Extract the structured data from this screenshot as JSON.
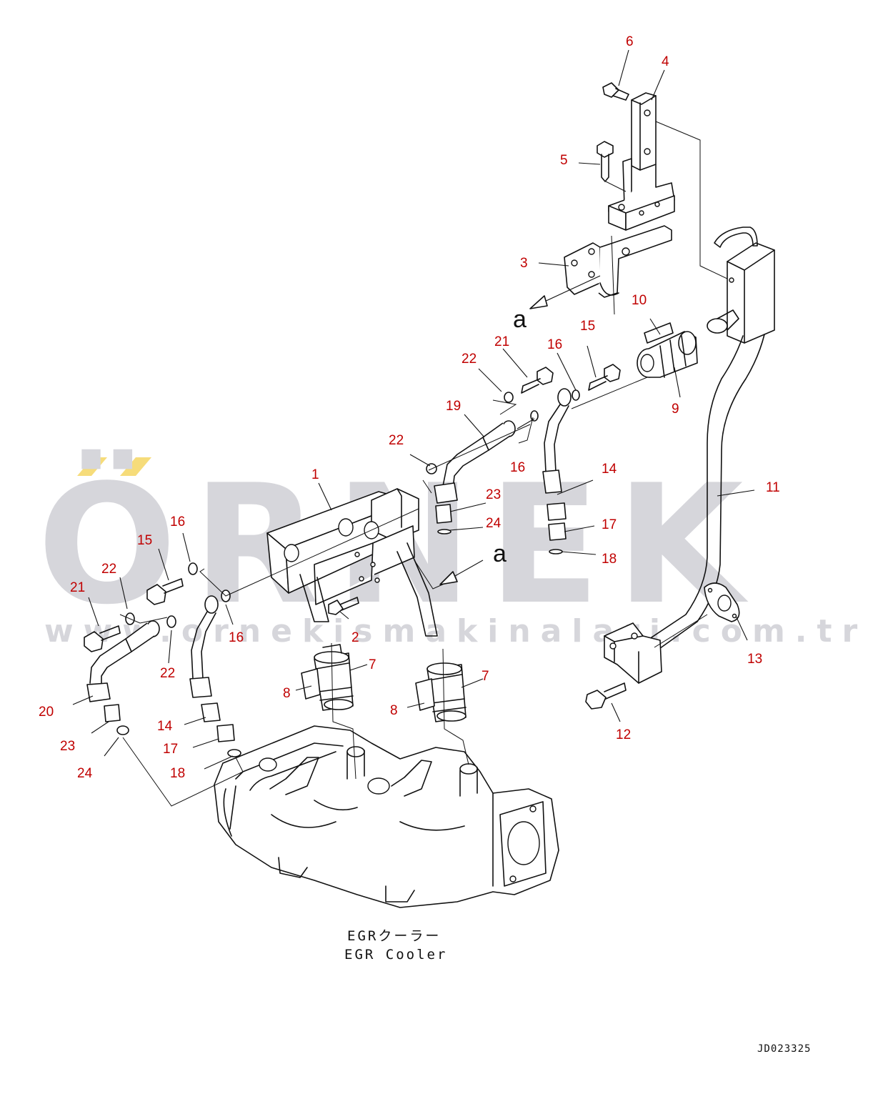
{
  "watermark": {
    "brand": "ÖRNEK",
    "url": "www.ornekismakinalari.com.tr",
    "accent_color": "#f6dc7a",
    "text_color": "#d6d6db"
  },
  "callouts": {
    "c1": "1",
    "c2": "2",
    "c3": "3",
    "c4": "4",
    "c5": "5",
    "c6": "6",
    "c7a": "7",
    "c7b": "7",
    "c8a": "8",
    "c8b": "8",
    "c9": "9",
    "c10": "10",
    "c11": "11",
    "c12": "12",
    "c13": "13",
    "c14a": "14",
    "c14b": "14",
    "c15a": "15",
    "c15b": "15",
    "c16a": "16",
    "c16b": "16",
    "c16c": "16",
    "c16d": "16",
    "c17a": "17",
    "c17b": "17",
    "c18a": "18",
    "c18b": "18",
    "c19": "19",
    "c20": "20",
    "c21a": "21",
    "c21b": "21",
    "c22a": "22",
    "c22b": "22",
    "c22c": "22",
    "c22d": "22",
    "c23a": "23",
    "c23b": "23",
    "c24a": "24",
    "c24b": "24"
  },
  "reference_marks": {
    "a_top": "a",
    "a_mid": "a"
  },
  "caption": {
    "japanese": "EGRクーラー",
    "english": "EGR Cooler"
  },
  "drawing_number": "JD023325",
  "callout_color": "#c00000"
}
